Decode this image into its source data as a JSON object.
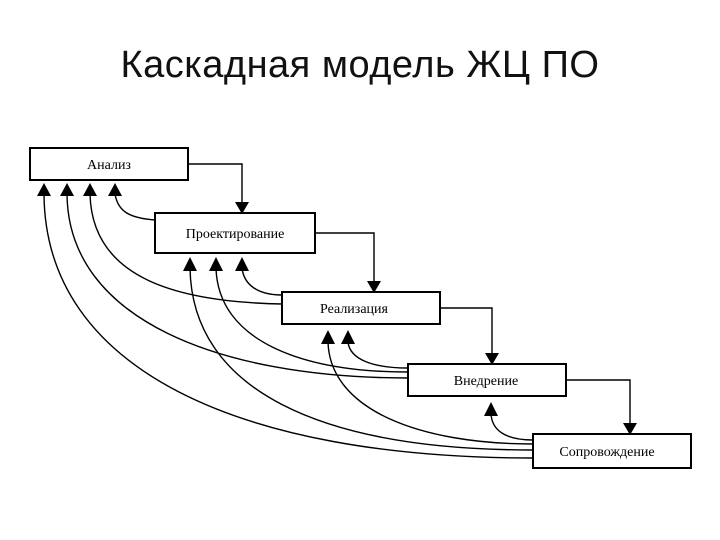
{
  "title": "Каскадная модель ЖЦ ПО",
  "stages": [
    {
      "id": "analysis",
      "label": "Анализ"
    },
    {
      "id": "design",
      "label": "Проектирование"
    },
    {
      "id": "implementation",
      "label": "Реализация"
    },
    {
      "id": "deployment",
      "label": "Внедрение"
    },
    {
      "id": "maintenance",
      "label": "Сопровождение"
    }
  ],
  "forward_transitions": [
    {
      "from": "analysis",
      "to": "design"
    },
    {
      "from": "design",
      "to": "implementation"
    },
    {
      "from": "implementation",
      "to": "deployment"
    },
    {
      "from": "deployment",
      "to": "maintenance"
    }
  ],
  "feedback_transitions": [
    {
      "from": "design",
      "to": "analysis"
    },
    {
      "from": "implementation",
      "to": "analysis"
    },
    {
      "from": "implementation",
      "to": "design"
    },
    {
      "from": "deployment",
      "to": "analysis"
    },
    {
      "from": "deployment",
      "to": "design"
    },
    {
      "from": "deployment",
      "to": "implementation"
    },
    {
      "from": "maintenance",
      "to": "analysis"
    },
    {
      "from": "maintenance",
      "to": "design"
    },
    {
      "from": "maintenance",
      "to": "implementation"
    },
    {
      "from": "maintenance",
      "to": "deployment"
    }
  ]
}
